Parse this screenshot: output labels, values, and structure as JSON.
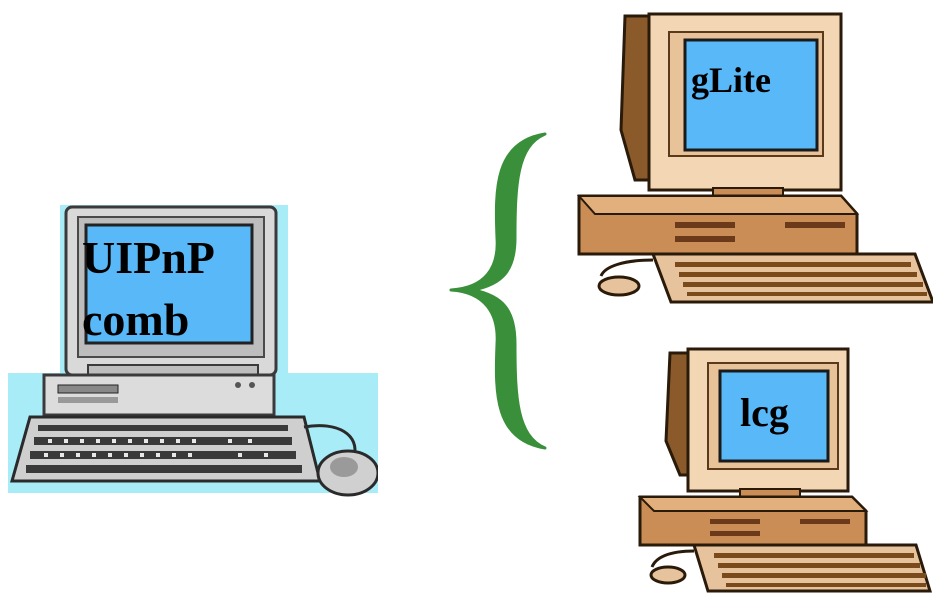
{
  "computers": {
    "client": {
      "label_line1": "UIPnP",
      "label_line2": "comb",
      "icon": "desktop-computer-icon"
    },
    "top_server": {
      "label": "gLite",
      "icon": "desktop-computer-icon"
    },
    "bottom_server": {
      "label": "lcg",
      "icon": "desktop-computer-icon"
    }
  },
  "connector": {
    "icon": "curly-brace-icon",
    "color": "#3a8f3a"
  },
  "colors": {
    "screen": "#58b8f8",
    "client_case": "#d8d8d8",
    "client_bg": "#a8ecf8",
    "server_case": "#f0cfa8",
    "server_base": "#c98d55"
  }
}
